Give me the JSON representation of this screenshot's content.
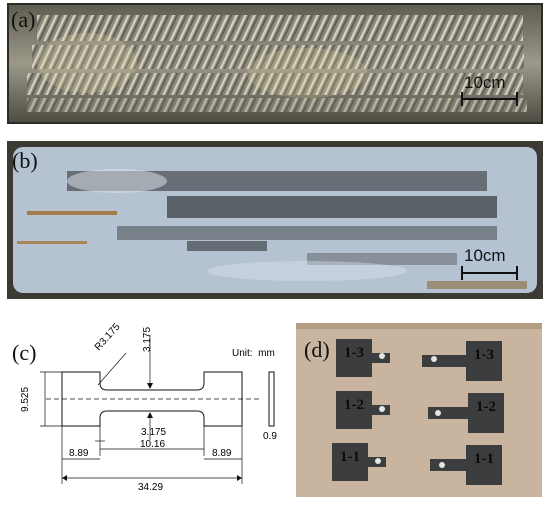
{
  "panels": {
    "a": {
      "label": "(a)",
      "scale_bar": "10cm"
    },
    "b": {
      "label": "(b)",
      "scale_bar": "10cm"
    },
    "c": {
      "label": "(c)",
      "unit_text": "Unit:  mm",
      "dims": {
        "radius": "R3.175",
        "top_depth": "3.175",
        "height": "9.525",
        "neck_width": "3.175",
        "gauge_length": "10.16",
        "left_grip": "8.89",
        "right_grip": "8.89",
        "total_length": "34.29",
        "thickness": "0.9"
      }
    },
    "d": {
      "label": "(d)",
      "specimen_marks": [
        "1-3",
        "1-3",
        "1-2",
        "1-2",
        "1-1",
        "1-1"
      ]
    }
  },
  "colors": {
    "weld_bead": "#a8a596",
    "milled_surface": "#b4c2d2",
    "cardboard": "#c7b39c",
    "specimen": "#3c3d3f"
  }
}
